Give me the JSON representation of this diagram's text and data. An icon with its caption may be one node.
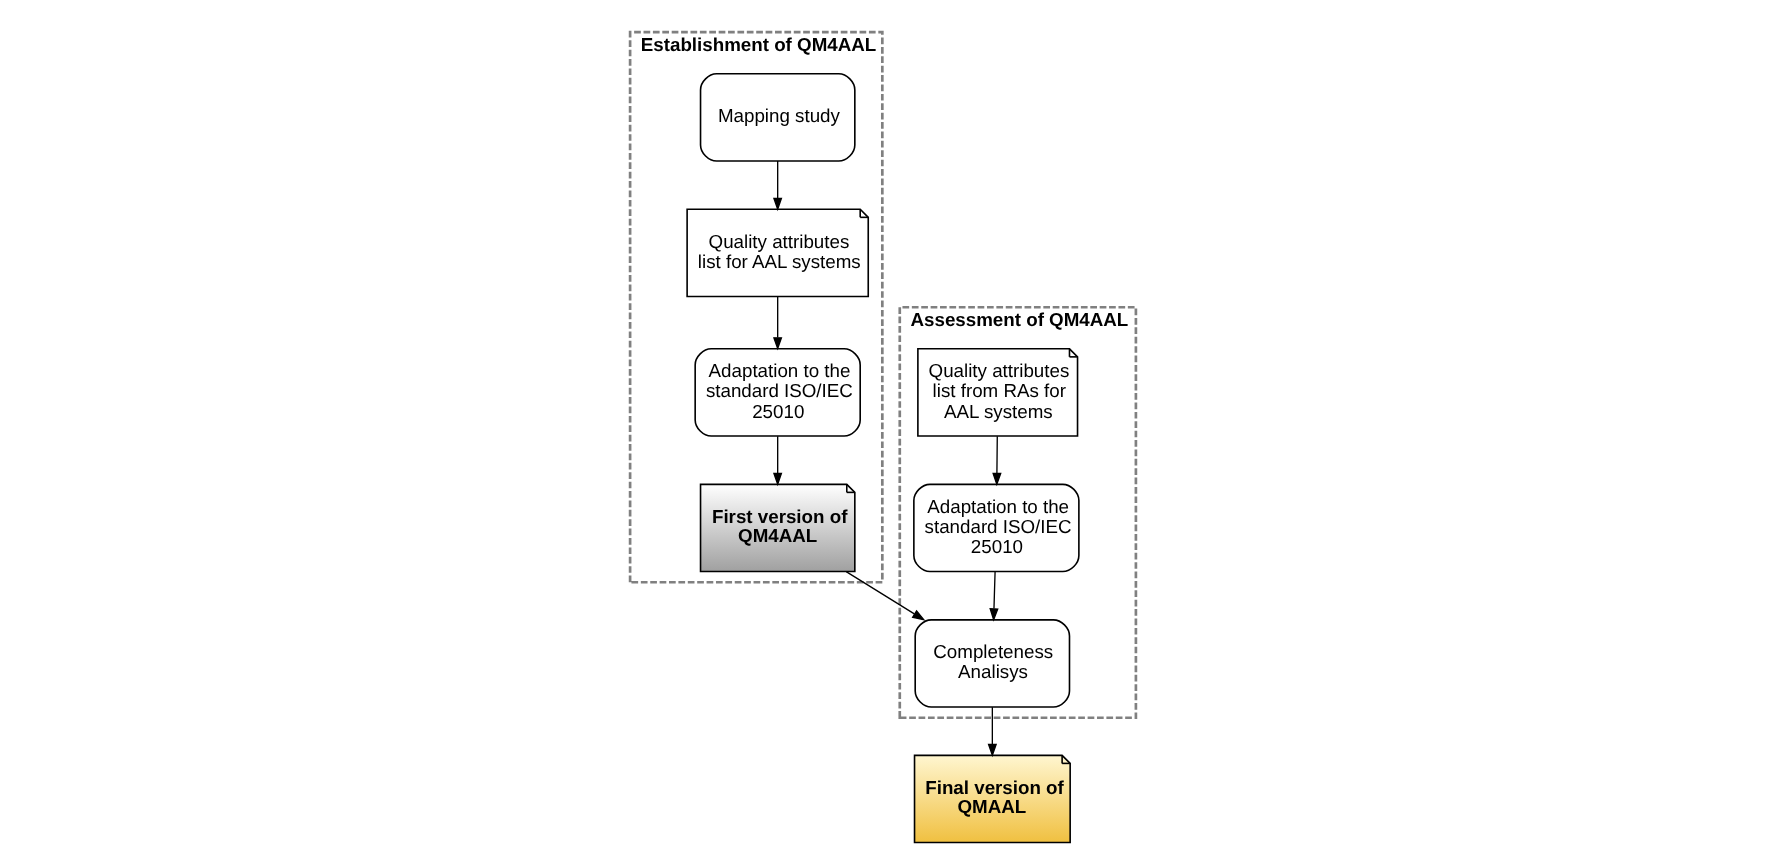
{
  "diagram": {
    "nodes": [
      {
        "text": [
          "Establishment of QM4AAL"
        ]
      },
      {
        "text": [
          "Mapping study"
        ],
        "in": 0
      },
      {
        "text": [
          "Quality attributes list for AAL systems"
        ],
        "in": 0
      },
      {
        "text": [
          "Adaptation to the standard ISO/IEC 25010"
        ],
        "in": 0
      },
      {
        "text": [
          "First version of QM4AAL"
        ],
        "in": 0
      },
      {
        "text": [
          "Assessment of QM4AAL"
        ]
      },
      {
        "text": [
          "Quality attributes list from RAs for AAL systems"
        ],
        "in": 5
      },
      {
        "text": [
          "Adaptation to the standard ISO/IEC 25010"
        ],
        "in": 5
      },
      {
        "text": [
          "Completeness Analisys"
        ],
        "in": 5
      },
      {
        "text": [
          "Final version of QMAAL"
        ]
      }
    ],
    "edges": [
      {
        "from": 1,
        "to": 2,
        "arrow": "to"
      },
      {
        "from": 2,
        "to": 3,
        "arrow": "to"
      },
      {
        "from": 3,
        "to": 4,
        "arrow": "to"
      },
      {
        "from": 4,
        "to": 8,
        "arrow": "to"
      },
      {
        "from": 6,
        "to": 7,
        "arrow": "to"
      },
      {
        "from": 7,
        "to": 8,
        "arrow": "to"
      },
      {
        "from": 8,
        "to": 9,
        "arrow": "to"
      }
    ]
  }
}
